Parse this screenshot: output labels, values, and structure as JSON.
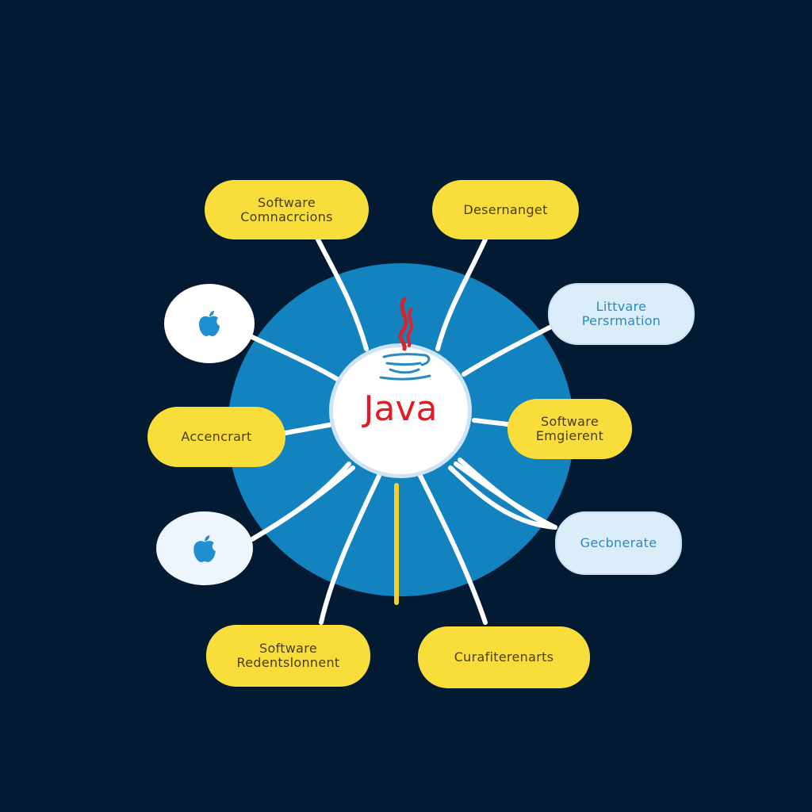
{
  "diagram": {
    "title": "Java",
    "hub": {
      "label": "Java",
      "icon": "java-coffee-cup-icon"
    },
    "colors": {
      "background": "#031a33",
      "outer_circle": "#1283bf",
      "hub_fill": "#ffffff",
      "hub_text": "#e31b23",
      "yellow_node": "#f9dd3a",
      "yellow_text": "#4a3d10",
      "light_node": "#dcedfa",
      "light_text": "#2a8ac2",
      "connector": "#ffffff",
      "connector_accent": "#f2cf2a"
    },
    "nodes": {
      "top_left": {
        "line1": "Software",
        "line2": "Comnacrcions"
      },
      "top_right": {
        "line1": "Desernanget"
      },
      "right_upper": {
        "line1": "Littvare",
        "line2": "Persrmation"
      },
      "right_middle": {
        "line1": "Software",
        "line2": "Emgierent"
      },
      "right_lower": {
        "line1": "Gecbnerate"
      },
      "left_middle": {
        "line1": "Accencrart"
      },
      "bottom_left": {
        "line1": "Software",
        "line2": "Redentslonnent"
      },
      "bottom_right": {
        "line1": "Curafiterenarts"
      },
      "left_upper_icon": {
        "icon": "apple-icon"
      },
      "left_lower_icon": {
        "icon": "apple-icon"
      }
    }
  }
}
